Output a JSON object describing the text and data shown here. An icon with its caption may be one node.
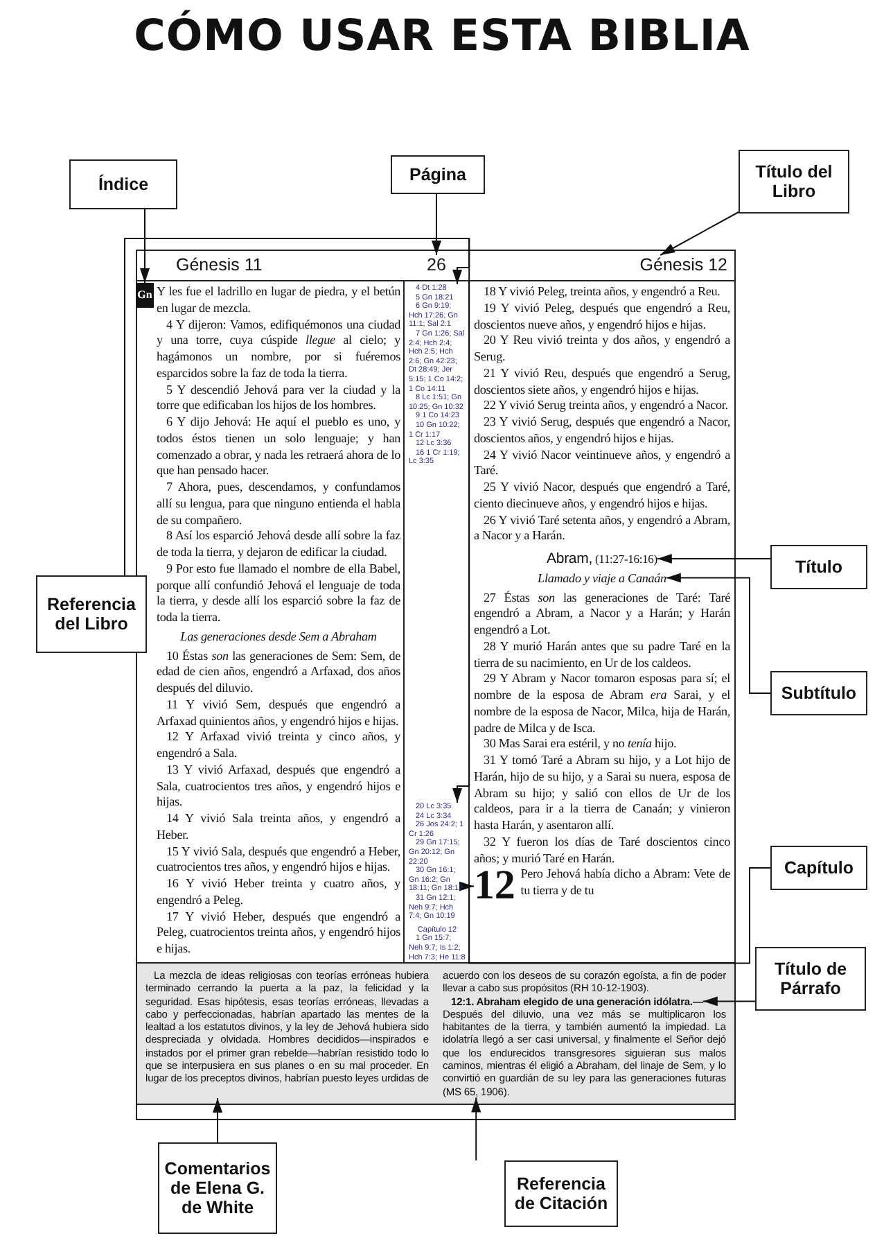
{
  "diagram": {
    "title": "CÓMO USAR ESTA BIBLIA",
    "nodes": [
      {
        "text": [
          "Índice"
        ]
      },
      {
        "text": [
          "Página"
        ]
      },
      {
        "text": [
          "Título del Libro"
        ]
      },
      {
        "text": [],
        "shape": "box"
      },
      {
        "text": [
          "Gn"
        ],
        "in": 3
      },
      {
        "text": [
          "26"
        ],
        "in": 3
      },
      {
        "text": [
          "Génesis 12"
        ],
        "in": 3
      },
      {
        "text": [
          "4 Dt 1:28",
          "5 Gn 18:21",
          "6 Gn 9:19; Hch 17:26; Gn 11:1; Sal 2:1",
          "7 Gn 1:26; Sal 2:4; Hch 2:4; Hch 2:5; Hch 2:6; Gn 42:23; Dt 28:49; Jer 5:15; 1 Co 14:2; 1 Co 14:11",
          "8 Lc 1:51; Gn 10:25; Gn 10:32",
          "9 1 Co 14:23",
          "10 Gn 10:22; 1 Cr 1:17",
          "12 Lc 3:36",
          "16 1 Cr 1:19; Lc 3:35"
        ],
        "in": 3
      },
      {
        "text": [
          "20 Lc 3:35",
          "24 Lc 3:34",
          "26 Jos 24:2; 1 Cr 1:26",
          "29 Gn 17:15; Gn 20:12; Gn 22:20",
          "30 Gn 16:1; Gn 16:2; Gn 18:11; Gn 18:12",
          "31 Gn 12:1; Neh 9:7; Hch 7:4; Gn 10:19",
          "Capítulo 12",
          "1 Gn 15:7; Neh 9:7; Is 1:2; Hch 7:3; He 11:8"
        ],
        "in": 3
      },
      {
        "text": [
          "Abram,",
          "(11:27-16:16)"
        ],
        "in": 3
      },
      {
        "text": [
          "Llamado y viaje a Canaán"
        ],
        "in": 3
      },
      {
        "text": [
          "12"
        ],
        "in": 3
      },
      {
        "text": [],
        "shape": "box",
        "in": 3
      },
      {
        "text": [
          "La mezcla de ideas religiosas con teorías erróneas hubiera terminado cerrando la puerta a la paz, la felicidad y la seguridad. Esas hipótesis, esas teorías erróneas, llevadas a cabo y perfeccionadas, habrían apartado las mentes de la lealtad a los estatutos divinos, y la ley de Jehová hubiera sido despreciada y olvidada. Hombres decididos—inspirados e instados por el primer gran rebelde—habrían resistido todo lo que se interpusiera en sus planes o en su mal proceder. En lugar de los preceptos divinos, habrían puesto leyes urdidas de acuerdo con los deseos de su corazón egoísta, a fin de poder llevar a cabo sus propósitos (RH 10-12-1903)."
        ],
        "in": 12
      },
      {
        "text": [
          "12:1. Abraham elegido de una generación idólatra.—"
        ],
        "in": 12
      },
      {
        "text": [
          "Después del diluvio, una vez más se multiplicaron los habitantes de la tierra, y también aumentó la impiedad. La idolatría llegó a ser casi universal, y finalmente el Señor dejó que los endurecidos transgresores siguieran sus malos caminos, mientras él eligió a Abraham, del linaje de Sem, y lo convirtió en guardián de su ley para las generaciones futuras"
        ],
        "in": 12
      },
      {
        "text": [
          "(MS 65, 1906)."
        ],
        "in": 12
      },
      {
        "text": [
          "Título"
        ]
      },
      {
        "text": [
          "Referencia del Libro"
        ]
      },
      {
        "text": [
          "Subtítulo"
        ]
      },
      {
        "text": [
          "Capítulo"
        ]
      },
      {
        "text": [
          "Título de Párrafo"
        ]
      },
      {
        "text": [
          "Comentarios de Elena G. de White"
        ]
      },
      {
        "text": [
          "Referencia de Citación"
        ]
      }
    ],
    "edges": [
      {
        "from": 0,
        "to": 4,
        "arrow": "to"
      },
      {
        "from": 1,
        "to": 5,
        "arrow": "to"
      },
      {
        "from": 2,
        "to": 6,
        "arrow": "to"
      },
      {
        "from": 17,
        "to": 9,
        "arrow": "to"
      },
      {
        "from": 18,
        "to": 7,
        "arrow": "to"
      },
      {
        "from": 18,
        "to": 8,
        "arrow": "to"
      },
      {
        "from": 19,
        "to": 10,
        "arrow": "to"
      },
      {
        "from": 20,
        "to": 11,
        "arrow": "to"
      },
      {
        "from": 21,
        "to": 14,
        "arrow": "to"
      },
      {
        "from": 22,
        "to": 13,
        "arrow": "to"
      },
      {
        "from": 23,
        "to": 16,
        "arrow": "to"
      }
    ],
    "labels": [
      "Génesis 11",
      "Y les fue el ladrillo en lugar de piedra, y el betún en lugar de mezcla.",
      "4 Y dijeron: Vamos, edifiquémonos una ciudad y una torre, cuya cúspide *llegue* al cielo; y hagámonos un nombre, por si fuéremos esparcidos sobre la faz de toda la tierra.",
      "5 Y descendió Jehová para ver la ciudad y la torre que edificaban los hijos de los hombres.",
      "6 Y dijo Jehová: He aquí el pueblo es uno, y todos éstos tienen un solo lenguaje; y han comenzado a obrar, y nada les retraerá ahora de lo que han pensado hacer.",
      "7 Ahora, pues, descendamos, y confundamos allí su lengua, para que ninguno entienda el habla de su compañero.",
      "8 Así los esparció Jehová desde allí sobre la faz de toda la tierra, y dejaron de edificar la ciudad.",
      "9 Por esto fue llamado el nombre de ella Babel, porque allí confundió Jehová el lenguaje de toda la tierra, y desde allí los esparció sobre la faz de toda la tierra.",
      "Las generaciones desde Sem a Abraham",
      "10 Éstas *son* las generaciones de Sem: Sem, de edad de cien años, engendró a Arfaxad, dos años después del diluvio.",
      "11 Y vivió Sem, después que engendró a Arfaxad quinientos años, y engendró hijos e hijas.",
      "12 Y Arfaxad vivió treinta y cinco años, y engendró a Sala.",
      "13 Y vivió Arfaxad, después que engendró a Sala, cuatrocientos tres años, y engendró hijos e hijas.",
      "14 Y vivió Sala treinta años, y engendró a Heber.",
      "15 Y vivió Sala, después que engendró a Heber, cuatrocientos tres años, y engendró hijos e hijas.",
      "16 Y vivió Heber treinta y cuatro años, y engendró a Peleg.",
      "17 Y vivió Heber, después que engendró a Peleg, cuatrocientos treinta años, y engendró hijos e hijas.",
      "18 Y vivió Peleg, treinta años, y engendró a Reu.",
      "19 Y vivió Peleg, después que engendró a Reu, doscientos nueve años, y engendró hijos e hijas.",
      "20 Y Reu vivió treinta y dos años, y engendró a Serug.",
      "21 Y vivió Reu, después que engendró a Serug, doscientos siete años, y engendró hijos e hijas.",
      "22 Y vivió Serug treinta años, y engendró a Nacor.",
      "23 Y vivió Serug, después que engendró a Nacor, doscientos años, y engendró hijos e hijas.",
      "24 Y vivió Nacor veintinueve años, y engendró a Taré.",
      "25 Y vivió Nacor, después que engendró a Taré, ciento diecinueve años, y engendró hijos e hijas.",
      "26 Y vivió Taré setenta años, y engendró a Abram, a Nacor y a Harán.",
      "27 Éstas *son* las generaciones de Taré: Taré engendró a Abram, a Nacor y a Harán; y Harán engendró a Lot.",
      "28 Y murió Harán antes que su padre Taré en la tierra de su nacimiento, en Ur de los caldeos.",
      "29 Y Abram y Nacor tomaron esposas para sí; el nombre de la esposa de Abram *era* Sarai, y el nombre de la esposa de Nacor, Milca, hija de Harán, padre de Milca y de Isca.",
      "30 Mas Sarai era estéril, y no *tenía* hijo.",
      "31 Y tomó Taré a Abram su hijo, y a Lot hijo de Harán, hijo de su hijo, y a Sarai su nuera, esposa de Abram su hijo; y salió con ellos de Ur de los caldeos, para ir a la tierra de Canaán; y vinieron hasta Harán, y asentaron allí.",
      "32 Y fueron los días de Taré doscientos cinco años; y murió Taré en Harán.",
      "Pero Jehová había dicho a Abram: Vete de tu tierra y de tu"
    ]
  }
}
